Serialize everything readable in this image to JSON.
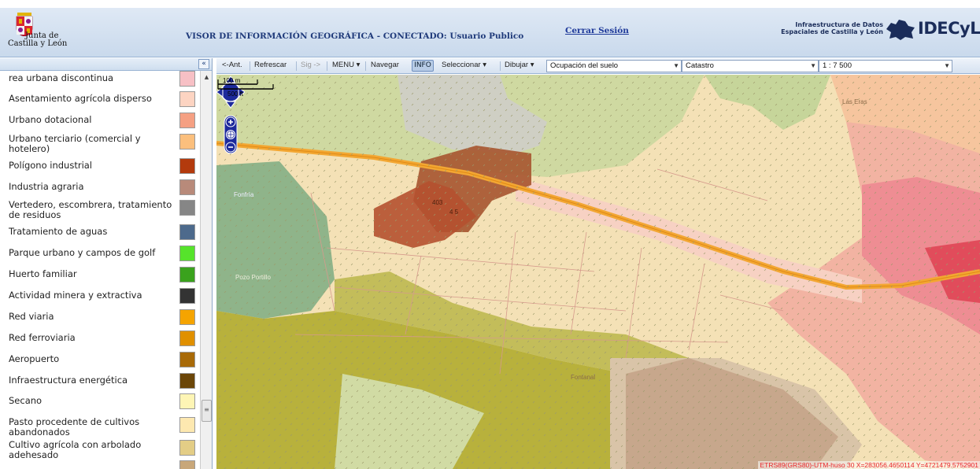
{
  "header": {
    "org_line1": "Junta de",
    "org_line2": "Castilla y León",
    "title": "VISOR DE INFORMACIÓN GEOGRÁFICA - CONECTADO: Usuario Publico",
    "logout": "Cerrar Sesión",
    "ide_line1": "Infraestructura de Datos",
    "ide_line2": "Espaciales de Castilla y León",
    "ide_name": "IDECyL"
  },
  "panel": {
    "collapse": "«",
    "legend": [
      {
        "label": "rea urbana discontinua",
        "color": "#f7c0c5"
      },
      {
        "label": "Asentamiento agrícola disperso",
        "color": "#fdd4c2"
      },
      {
        "label": "Urbano dotacional",
        "color": "#f5a083"
      },
      {
        "label": "Urbano terciario (comercial y hotelero)",
        "color": "#fbbf7d"
      },
      {
        "label": "Polígono industrial",
        "color": "#b33a0d"
      },
      {
        "label": "Industria agraria",
        "color": "#b88a7a"
      },
      {
        "label": "Vertedero, escombrera, tratamiento de residuos",
        "color": "#868686"
      },
      {
        "label": "Tratamiento de aguas",
        "color": "#4d6a8c"
      },
      {
        "label": "Parque urbano y campos de golf",
        "color": "#56e32b"
      },
      {
        "label": "Huerto familiar",
        "color": "#3aa21d"
      },
      {
        "label": "Actividad minera y extractiva",
        "color": "#333333"
      },
      {
        "label": "Red viaria",
        "color": "#f5a400"
      },
      {
        "label": "Red ferroviaria",
        "color": "#e09000"
      },
      {
        "label": "Aeropuerto",
        "color": "#a86a08"
      },
      {
        "label": "Infraestructura energética",
        "color": "#6b4608"
      },
      {
        "label": "Secano",
        "color": "#fef5b5"
      },
      {
        "label": "Pasto procedente de cultivos abandonados",
        "color": "#fde8b0"
      },
      {
        "label": "Cultivo agrícola con arbolado adehesado",
        "color": "#e3cd86"
      },
      {
        "label": "",
        "color": "#c8a77a"
      }
    ]
  },
  "toolbar": {
    "back": "<-Ant.",
    "refresh": "Refrescar",
    "next": "Sig ->",
    "menu": "MENU ▾",
    "navigate": "Navegar",
    "info": "INFO",
    "select": "Seleccionar ▾",
    "draw": "Dibujar ▾",
    "layer1": "Ocupación del suelo",
    "layer2": "Catastro",
    "scale": "1 : 7 500"
  },
  "map": {
    "labels": [
      "Las Eras",
      "Fonfría",
      "Pozo Portillo",
      "Fontanal",
      "403",
      "4 5"
    ],
    "scale_m": "100 m",
    "scale_ft": "500 ft",
    "coords": "ETRS89(GRS80)-UTM-huso 30 X=283056.4650114 Y=4721479.5752901"
  }
}
